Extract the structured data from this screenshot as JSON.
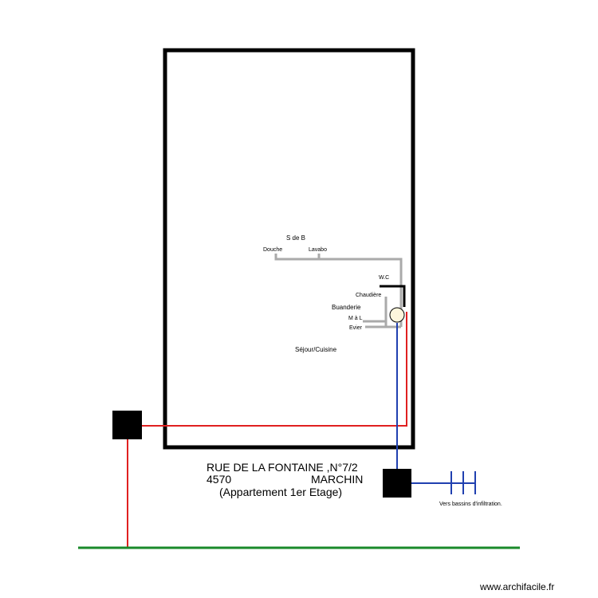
{
  "rooms": {
    "sdb": "S de B",
    "douche": "Douche",
    "lavabo": "Lavabo",
    "wc": "W.C",
    "chaudiere": "Chaudière",
    "buanderie": "Buanderie",
    "mal": "M à L",
    "evier": "Evier",
    "sejour": "Séjour/Cuisine"
  },
  "address": {
    "line1": "RUE DE LA FONTAINE ,N°7/2",
    "postcode": "4570",
    "city": "MARCHIN",
    "line3": "(Appartement 1er Etage)"
  },
  "infiltration_label": "Vers bassins d'infiltration.",
  "watermark": "www.archifacile.fr",
  "colors": {
    "wall": "#000000",
    "grey_pipe": "#aaaaaa",
    "red_pipe": "#e02020",
    "blue_pipe": "#2040b0",
    "ground": "#1a8a2a",
    "boiler_fill": "#fdf6dc"
  }
}
